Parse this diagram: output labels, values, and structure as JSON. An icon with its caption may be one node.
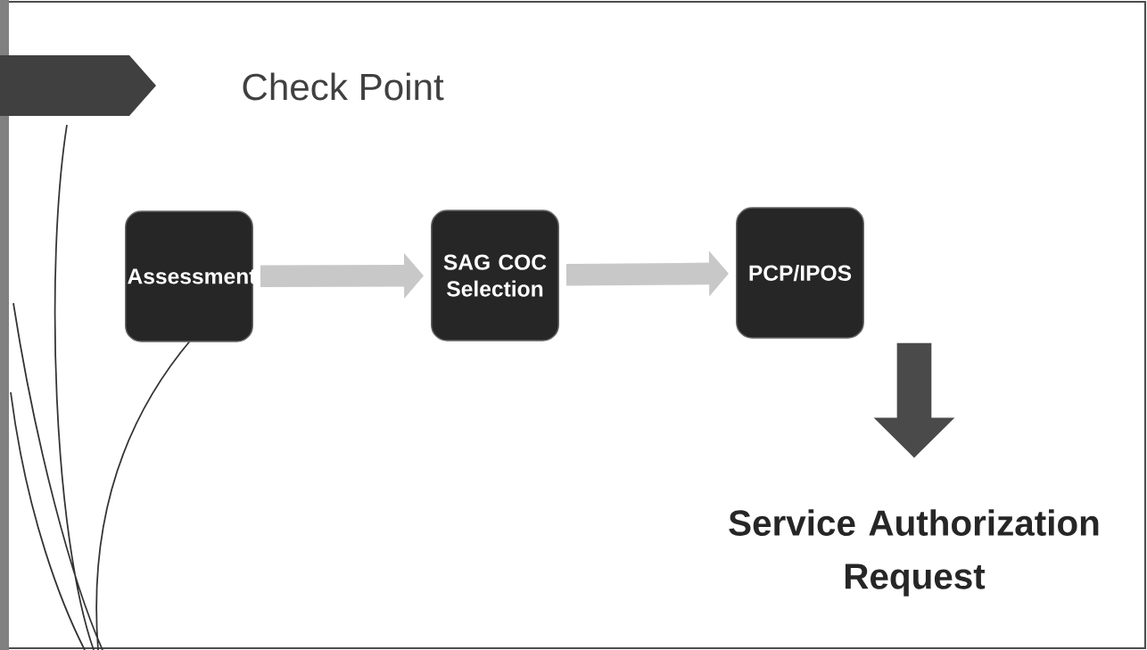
{
  "diagram": {
    "title": "Check Point",
    "nodes": [
      {
        "text": [
          "Assessment"
        ]
      },
      {
        "text": [
          "SAG COC Selection"
        ]
      },
      {
        "text": [
          "PCP/IPOS"
        ]
      },
      {
        "text": [
          "Service Authorization Request"
        ]
      }
    ],
    "edges": [
      {
        "from": 0,
        "to": 1,
        "arrow": "to"
      },
      {
        "from": 1,
        "to": 2,
        "arrow": "to"
      },
      {
        "from": 2,
        "to": 3,
        "arrow": "to",
        "color": "#4a4a4a"
      }
    ]
  }
}
